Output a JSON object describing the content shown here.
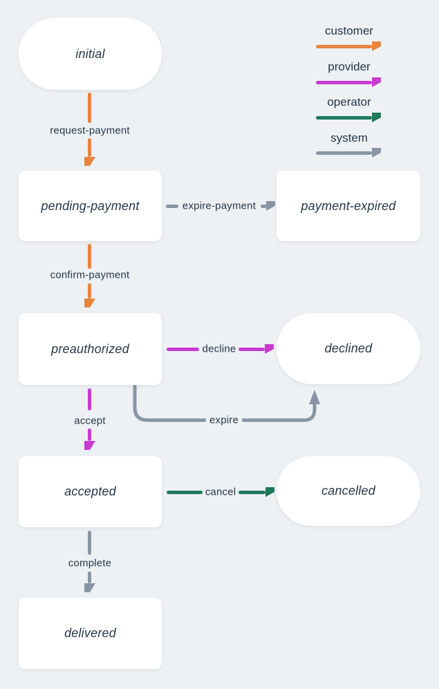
{
  "diagram": {
    "kind": "state-transition-diagram",
    "background": "#edf1f4",
    "node_background": "#ffffff",
    "text_color": "#253748"
  },
  "colors": {
    "customer": "#e8843c",
    "provider": "#c93bcf",
    "operator": "#1f7a5b",
    "system": "#8795a4"
  },
  "legend": {
    "items": [
      {
        "id": "customer",
        "label": "customer",
        "color": "#e8843c"
      },
      {
        "id": "provider",
        "label": "provider",
        "color": "#c93bcf"
      },
      {
        "id": "operator",
        "label": "operator",
        "color": "#1f7a5b"
      },
      {
        "id": "system",
        "label": "system",
        "color": "#8795a4"
      }
    ]
  },
  "nodes": [
    {
      "id": "initial",
      "label": "initial",
      "shape": "pill"
    },
    {
      "id": "pending-payment",
      "label": "pending-payment",
      "shape": "rect"
    },
    {
      "id": "payment-expired",
      "label": "payment-expired",
      "shape": "rect"
    },
    {
      "id": "preauthorized",
      "label": "preauthorized",
      "shape": "rect"
    },
    {
      "id": "declined",
      "label": "declined",
      "shape": "pill"
    },
    {
      "id": "accepted",
      "label": "accepted",
      "shape": "rect"
    },
    {
      "id": "cancelled",
      "label": "cancelled",
      "shape": "pill"
    },
    {
      "id": "delivered",
      "label": "delivered",
      "shape": "rect"
    }
  ],
  "edges": [
    {
      "id": "request-payment",
      "label": "request-payment",
      "actor": "customer",
      "from": "initial",
      "to": "pending-payment"
    },
    {
      "id": "expire-payment",
      "label": "expire-payment",
      "actor": "system",
      "from": "pending-payment",
      "to": "payment-expired"
    },
    {
      "id": "confirm-payment",
      "label": "confirm-payment",
      "actor": "customer",
      "from": "pending-payment",
      "to": "preauthorized"
    },
    {
      "id": "decline",
      "label": "decline",
      "actor": "provider",
      "from": "preauthorized",
      "to": "declined"
    },
    {
      "id": "accept",
      "label": "accept",
      "actor": "provider",
      "from": "preauthorized",
      "to": "accepted"
    },
    {
      "id": "expire",
      "label": "expire",
      "actor": "system",
      "from": "preauthorized",
      "to": "declined"
    },
    {
      "id": "cancel",
      "label": "cancel",
      "actor": "operator",
      "from": "accepted",
      "to": "cancelled"
    },
    {
      "id": "complete",
      "label": "complete",
      "actor": "system",
      "from": "accepted",
      "to": "delivered"
    }
  ]
}
